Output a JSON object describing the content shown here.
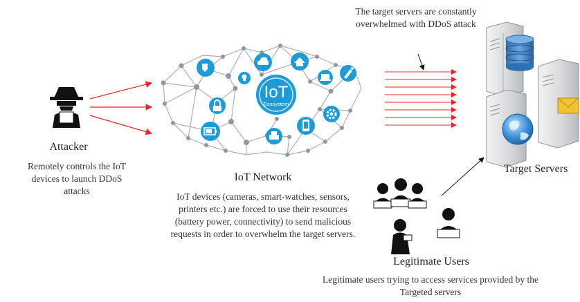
{
  "attacker": {
    "title": "Attacker",
    "description": "Remotely controls the IoT devices to launch DDoS attacks"
  },
  "iot_network": {
    "logo_line1": "IoT",
    "logo_line2": "Ecosystem",
    "title": "IoT Network",
    "description": "IoT devices (cameras, smart-watches, sensors, printers etc.) are forced to use their resources (battery power, connectivity) to send malicious requests in order to overwhelm the target servers."
  },
  "target": {
    "annotation": "The target servers are constantly overwhelmed with DDoS attack",
    "title": "Target Servers"
  },
  "legitimate_users": {
    "title": "Legitimate Users",
    "description": "Legitimate users trying to access services provided by the Targeted servers"
  },
  "colors": {
    "attack_arrow": "#e8262a",
    "iot_blue": "#1e9ad6",
    "network_gray": "#9aa3ad",
    "server_gray": "#d9dcdf",
    "user_black": "#111111"
  }
}
